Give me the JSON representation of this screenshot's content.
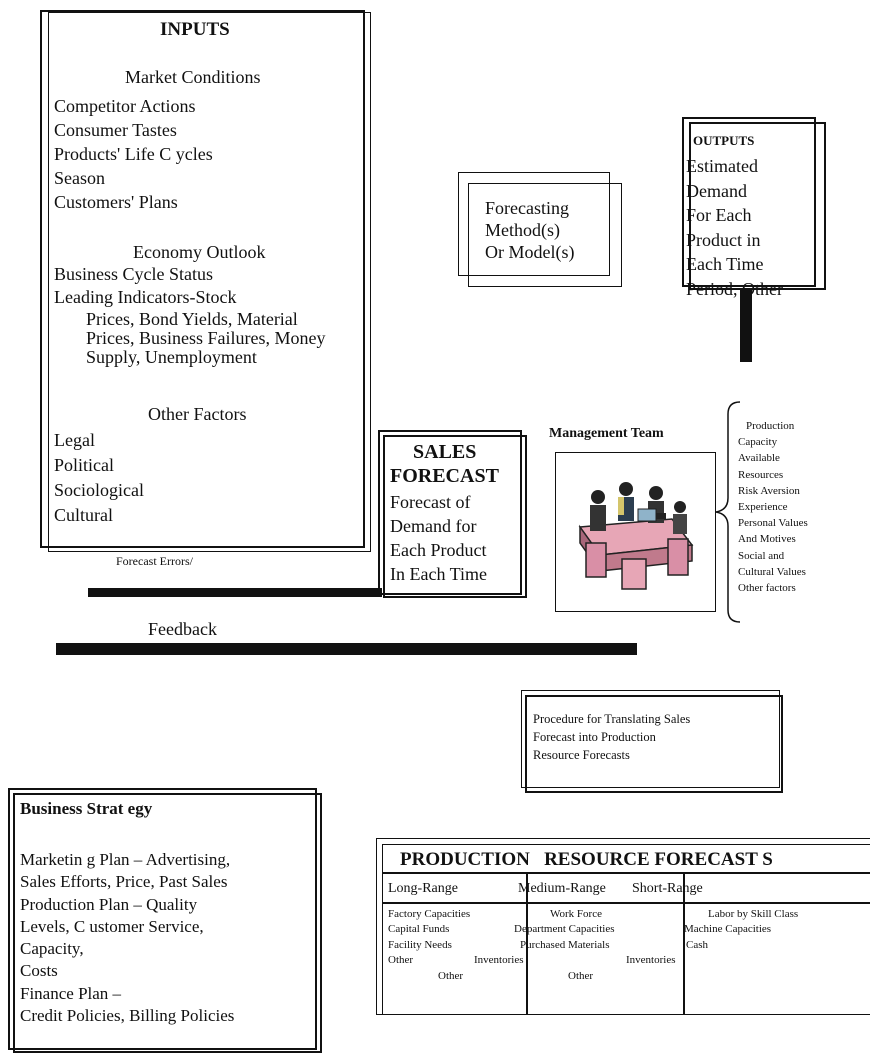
{
  "inputs": {
    "title": "INPUTS",
    "market_heading": "Market Conditions",
    "market_items": [
      "Competitor Actions",
      "Consumer Tastes",
      "Products' Life C ycles",
      "Season",
      "Customers' Plans"
    ],
    "economy_heading": "Economy Outlook",
    "economy_items": [
      "Business Cycle Status",
      "Leading Indicators-Stock"
    ],
    "economy_sub": [
      "Prices, Bond Yields, Material",
      "Prices, Business Failures, Money",
      "Supply, Unemployment"
    ],
    "other_heading": "Other Factors",
    "other_items": [
      "Legal",
      "Political",
      "Sociological",
      "Cultural"
    ]
  },
  "forecast_errors": "Forecast Errors/",
  "feedback": "Feedback",
  "method": {
    "lines": [
      "Forecasting",
      "Method(s)",
      "Or Model(s)"
    ]
  },
  "outputs": {
    "title": "OUTPUTS",
    "lines": [
      "Estimated",
      "Demand",
      "For Each",
      "Product in",
      "Each Time",
      "Period, Other"
    ]
  },
  "sales": {
    "title1": "SALES",
    "title2": "FORECAST",
    "lines": [
      "Forecast of",
      "Demand for",
      "Each Product",
      "In Each Time"
    ]
  },
  "management": {
    "title": "Management Team",
    "factors": [
      "Production",
      "Capacity",
      "Available",
      "Resources",
      "Risk Aversion",
      "Experience",
      "Personal Values",
      "And Motives",
      "Social and",
      "Cultural Values",
      "Other factors"
    ]
  },
  "procedure": {
    "lines": [
      "Procedure for Translating Sales",
      "Forecast into Production",
      "Resource Forecasts"
    ]
  },
  "strategy": {
    "title": "Business Strat egy",
    "lines": [
      "Marketin g Plan – Advertising,",
      "Sales Efforts, Price, Past Sales",
      "Production Plan – Quality",
      "Levels, C ustomer Service,",
      "Capacity,",
      "Costs",
      "Finance Plan –",
      "Credit Policies, Billing Policies"
    ]
  },
  "production": {
    "title": "PRODUCTION   RESOURCE FORECAST S",
    "headers": [
      "Long-Range",
      "Medium-Range",
      "Short-Range"
    ],
    "long_items": [
      "Factory Capacities",
      "Capital Funds",
      "Facility Needs",
      "Other"
    ],
    "medium_items": [
      "Work Force",
      "Department Capacities",
      "Purchased Materials",
      "Inventories",
      "Other"
    ],
    "short_items": [
      "Labor by Skill Class",
      "Machine Capacities",
      "Cash",
      "Inventories",
      "Other"
    ]
  }
}
